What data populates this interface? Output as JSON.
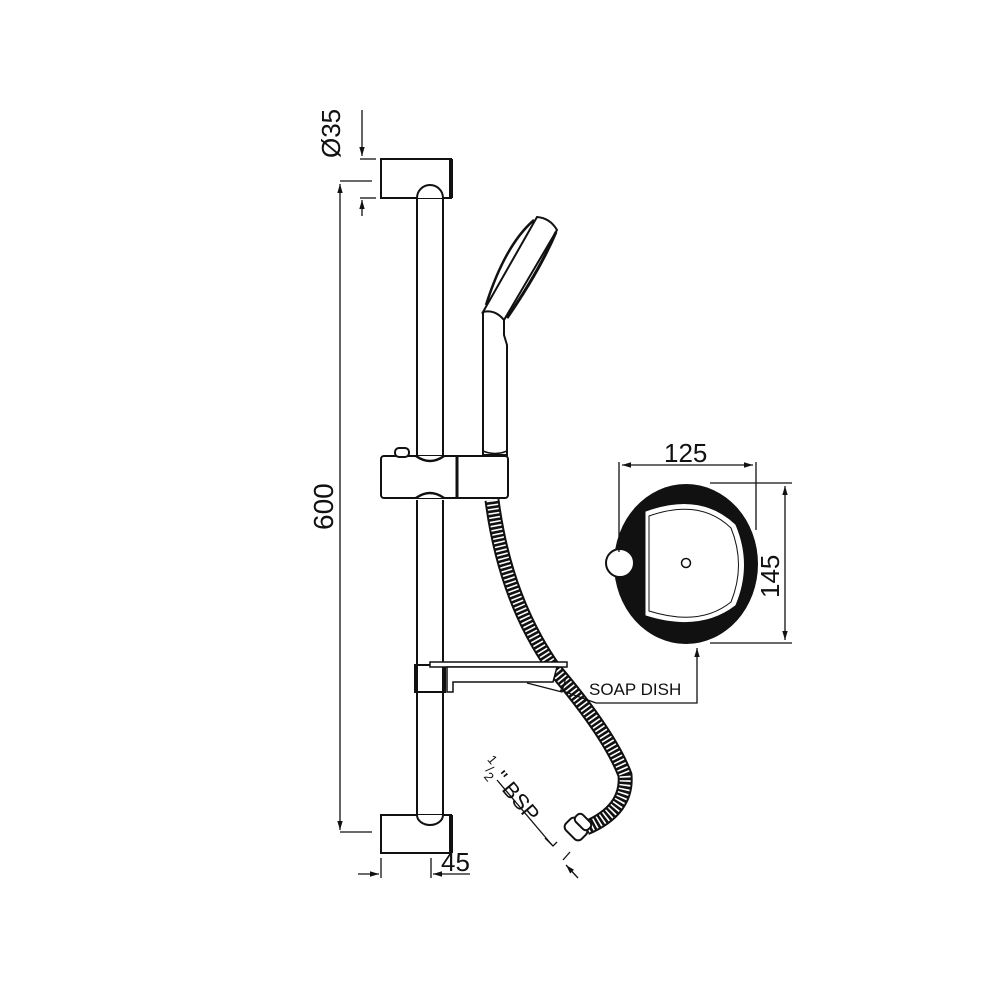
{
  "drawing": {
    "type": "technical-drawing",
    "subject": "shower slide rail kit",
    "colors": {
      "line": "#111111",
      "background": "#ffffff"
    }
  },
  "dimensions": {
    "rail_diameter": "Ø35",
    "rail_length": "600",
    "bracket_projection": "45",
    "soap_dish_width": "125",
    "soap_dish_depth": "145"
  },
  "labels": {
    "soap_dish": "SOAP DISH",
    "connection_fraction_num": "1",
    "connection_fraction_den": "2",
    "connection_suffix": "\" BSP"
  }
}
